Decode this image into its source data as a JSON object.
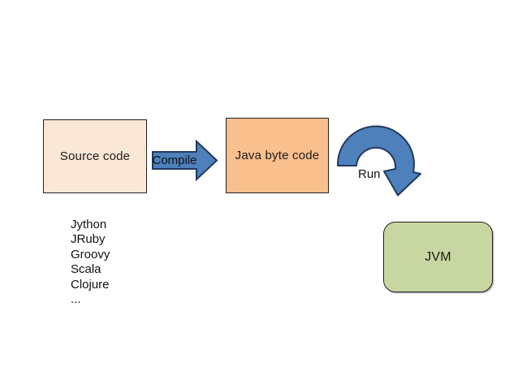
{
  "slide": {
    "background": "#ffffff",
    "colors": {
      "source_box_fill": "#fbe7d5",
      "bytecode_box_fill": "#f9bf8d",
      "jvm_box_fill": "#c8d7a1",
      "arrow_fill": "#4e80bc",
      "arrow_stroke": "#21395f",
      "box_border": "#231f20",
      "text": "#111111"
    },
    "nodes": {
      "source_box": {
        "label": "Source code"
      },
      "compile_arrow": {
        "label": "Compile"
      },
      "bytecode_box": {
        "label": "Java byte code"
      },
      "run_arrow": {
        "label": "Run"
      },
      "jvm_box": {
        "label": "JVM"
      }
    },
    "languages": {
      "items": [
        "Jython",
        "JRuby",
        "Groovy",
        "Scala",
        "Clojure",
        "..."
      ]
    }
  }
}
